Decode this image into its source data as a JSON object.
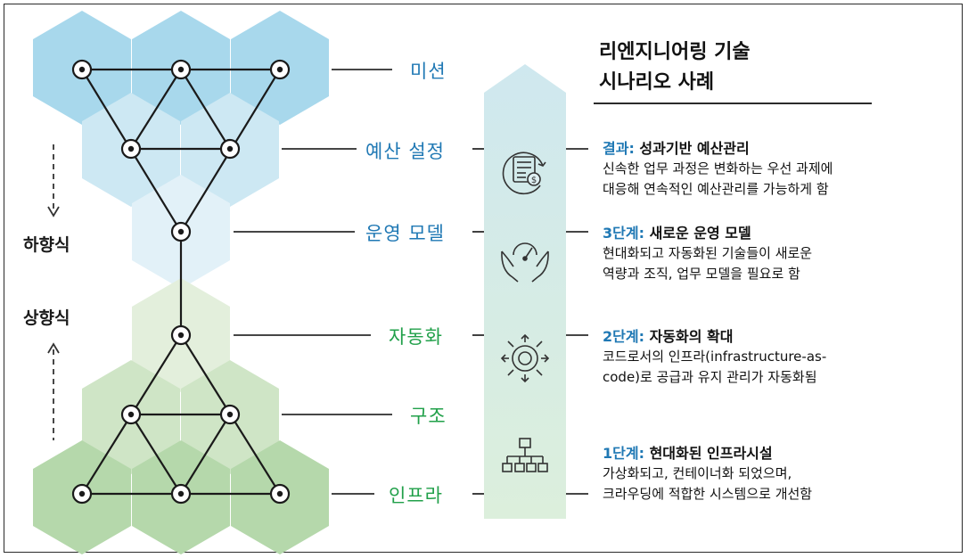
{
  "title": {
    "line1": "리엔지니어링 기술",
    "line2": "시나리오 사례"
  },
  "levels": {
    "mission": "미션",
    "budget": "예산 설정",
    "operating_model": "운영 모델",
    "automation": "자동화",
    "structure": "구조",
    "infra": "인프라"
  },
  "approach": {
    "top_down": "하향식",
    "bottom_up": "상향식"
  },
  "steps": [
    {
      "prefix": "결과:",
      "title": "성과기반 예산관리",
      "lines": [
        "신속한 업무 과정은 변화하는 우선 과제에",
        "대응해 연속적인 예산관리를 가능하게 함"
      ],
      "icon": "calculator-dollar-icon"
    },
    {
      "prefix": "3단계:",
      "title": "새로운 운영 모델",
      "lines": [
        "현대화되고 자동화된 기술들이 새로운",
        "역량과 조직, 업무 모델을 필요로 함"
      ],
      "icon": "hands-gauge-icon"
    },
    {
      "prefix": "2단계:",
      "title": "자동화의 확대",
      "lines": [
        "코드로서의 인프라(infrastructure-as-",
        "code)로 공급과 유지 관리가 자동화됨"
      ],
      "icon": "gear-arrows-icon"
    },
    {
      "prefix": "1단계:",
      "title": "현대화된 인프라시설",
      "lines": [
        "가상화되고, 컨테이너화 되었으며,",
        "크라우딩에 적합한 시스템으로 개선함"
      ],
      "icon": "hierarchy-icon"
    }
  ],
  "colors": {
    "blue_hex": "#a8d8ec",
    "blue_hex_light": "#cde8f3",
    "blue_hex_pale": "#e2f1f8",
    "green_hex": "#b5d8ab",
    "green_hex_mid": "#cfe5c6",
    "green_hex_pale": "#e3efdc",
    "level_label_blue": "#1f78b4",
    "level_label_green": "#21a04a",
    "arrow_band_top": "#cfe8ef",
    "arrow_band_bottom": "#dcefdc"
  }
}
